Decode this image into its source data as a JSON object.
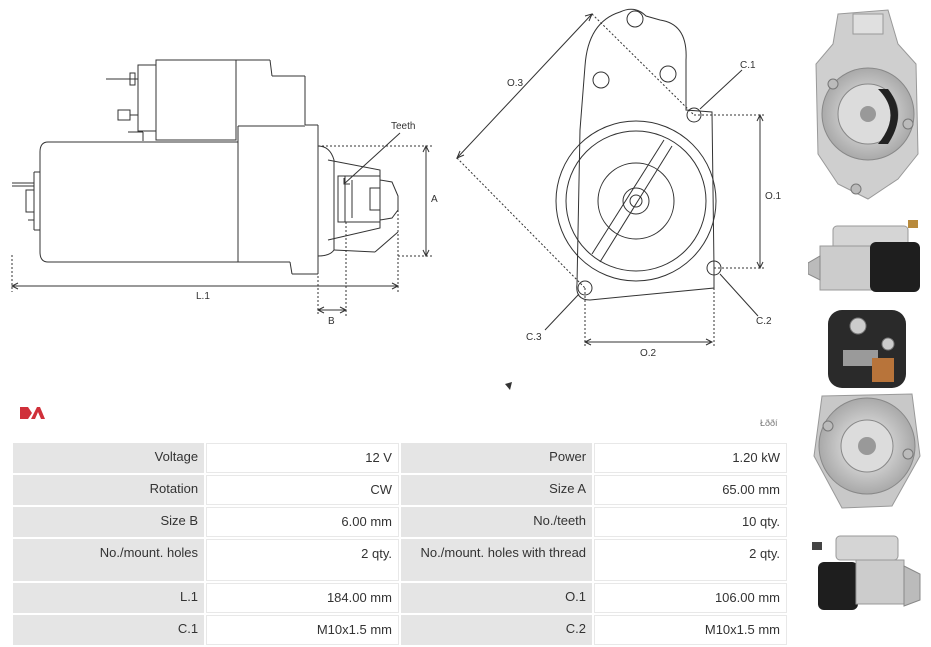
{
  "drawing": {
    "labels": {
      "teeth": "Teeth",
      "a": "A",
      "l1": "L.1",
      "b": "B",
      "o3": "O.3",
      "c1": "C.1",
      "o1": "O.1",
      "c2": "C.2",
      "c3": "C.3",
      "o2": "O.2"
    }
  },
  "brand": {
    "logo_text": "",
    "watermark": "Łððí"
  },
  "specs": {
    "rows": [
      [
        {
          "k": "Voltage",
          "v": "12 V"
        },
        {
          "k": "Power",
          "v": "1.20 kW"
        }
      ],
      [
        {
          "k": "Rotation",
          "v": "CW"
        },
        {
          "k": "Size A",
          "v": "65.00 mm"
        }
      ],
      [
        {
          "k": "Size B",
          "v": "6.00 mm"
        },
        {
          "k": "No./teeth",
          "v": "10 qty."
        }
      ],
      [
        {
          "k": "No./mount. holes",
          "v": "2 qty."
        },
        {
          "k": "No./mount. holes with thread",
          "v": "2 qty."
        }
      ],
      [
        {
          "k": "L.1",
          "v": "184.00 mm"
        },
        {
          "k": "O.1",
          "v": "106.00 mm"
        }
      ],
      [
        {
          "k": "C.1",
          "v": "M10x1.5 mm"
        },
        {
          "k": "C.2",
          "v": "M10x1.5 mm"
        }
      ]
    ]
  },
  "colors": {
    "line": "#333333",
    "table_key_bg": "#e5e5e5",
    "brand_red": "#d0303a"
  }
}
